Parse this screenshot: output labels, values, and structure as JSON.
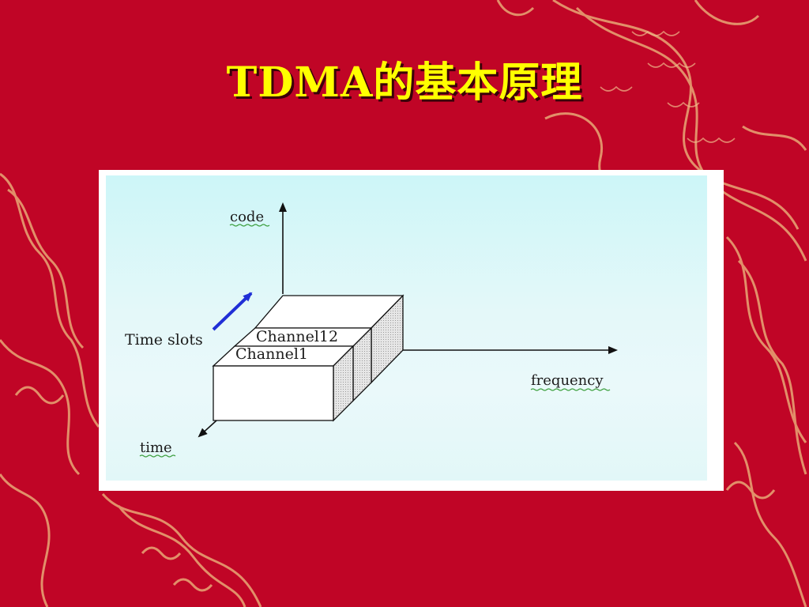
{
  "slide": {
    "title": "TDMA的基本原理"
  },
  "diagram": {
    "axes": {
      "code": "code",
      "frequency": "frequency",
      "time": "time"
    },
    "time_slots_label": "Time slots",
    "channels": [
      "Channel1",
      "Channel12"
    ]
  },
  "colors": {
    "background": "#c00526",
    "title": "#ffff00",
    "dragon": "#e8a875",
    "panel": "#dff8f9",
    "arrow_blue": "#1f2fd6"
  }
}
